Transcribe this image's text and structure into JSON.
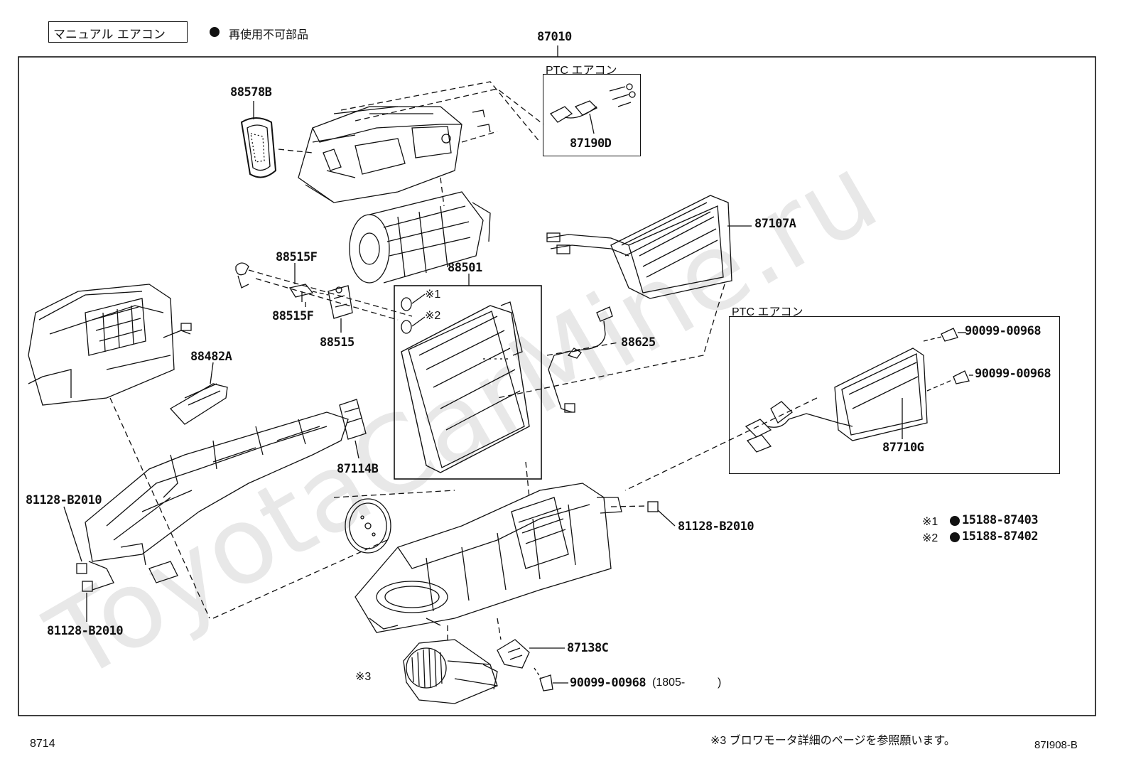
{
  "header": {
    "legend_box": "マニュアル エアコン",
    "non_reusable_label": "再使用不可部品"
  },
  "main_assembly": "87010",
  "ptc_sections": [
    {
      "title": "PTC エアコン"
    },
    {
      "title": "PTC エアコン"
    }
  ],
  "parts": {
    "p88578B": "88578B",
    "p87190D": "87190D",
    "p87107A": "87107A",
    "p88501": "88501",
    "p88515F_top": "88515F",
    "p88515F_bot": "88515F",
    "p88515": "88515",
    "p88625": "88625",
    "p88482A": "88482A",
    "p87114B": "87114B",
    "p81128_left_top": "81128-B2010",
    "p81128_left_bot": "81128-B2010",
    "p81128_right": "81128-B2010",
    "p87710G": "87710G",
    "p90099_1": "90099-00968",
    "p90099_2": "90099-00968",
    "p87138C": "87138C",
    "p90099_3": "90099-00968",
    "p90099_3_note": "(1805-",
    "p90099_3_close": ")"
  },
  "markers": {
    "m1": "※1",
    "m2": "※2",
    "m3": "※3"
  },
  "notes": {
    "n1_mark": "※1",
    "n1_part": "15188-87403",
    "n2_mark": "※2",
    "n2_part": "15188-87402"
  },
  "footer": {
    "page_code": "8714",
    "blower_note": "※3 ブロワモータ詳細のページを参照願います。",
    "diagram_id": "87I908-B"
  },
  "watermark_text": "ToyotaCarMine.ru",
  "colors": {
    "line": "#111111",
    "watermark": "#e6e6e6"
  }
}
